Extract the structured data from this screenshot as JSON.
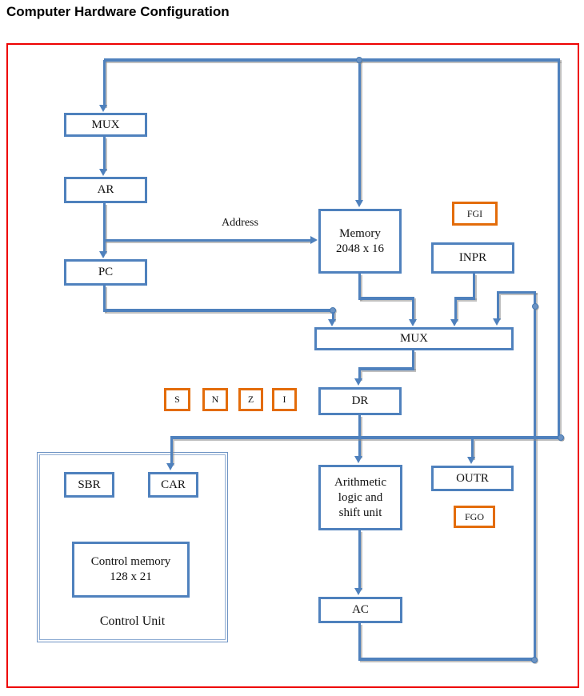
{
  "title": "Computer Hardware Configuration",
  "colors": {
    "line_blue": "#4f81bd",
    "flag_orange": "#e36c0a",
    "frame_red": "#ee0202"
  },
  "labels": {
    "address": "Address",
    "control_unit": "Control Unit"
  },
  "boxes": {
    "mux_top": {
      "label": "MUX"
    },
    "ar": {
      "label": "AR"
    },
    "pc": {
      "label": "PC"
    },
    "memory": {
      "line1": "Memory",
      "line2": "2048 x 16"
    },
    "fgi": {
      "label": "FGI"
    },
    "inpr": {
      "label": "INPR"
    },
    "mux_main": {
      "label": "MUX"
    },
    "dr": {
      "label": "DR"
    },
    "flags": [
      {
        "label": "S"
      },
      {
        "label": "N"
      },
      {
        "label": "Z"
      },
      {
        "label": "I"
      }
    ],
    "sbr": {
      "label": "SBR"
    },
    "car": {
      "label": "CAR"
    },
    "control_memory": {
      "line1": "Control memory",
      "line2": "128 x 21"
    },
    "alu": {
      "line1": "Arithmetic",
      "line2": "logic and",
      "line3": "shift unit"
    },
    "outr": {
      "label": "OUTR"
    },
    "fgo": {
      "label": "FGO"
    },
    "ac": {
      "label": "AC"
    }
  }
}
